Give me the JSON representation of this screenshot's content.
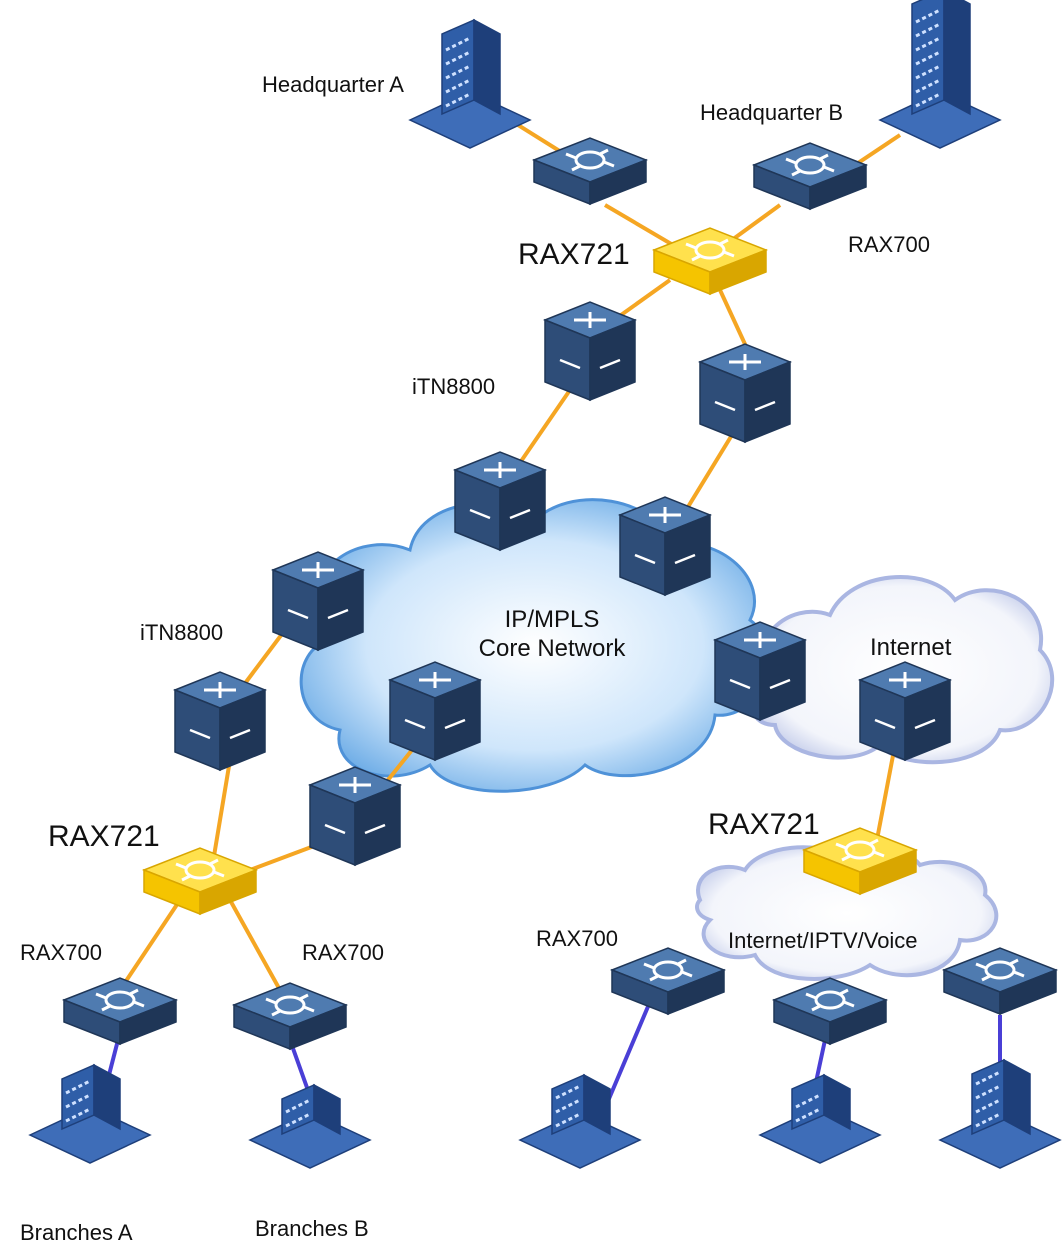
{
  "labels": {
    "headquarter_a": "Headquarter A",
    "headquarter_b": "Headquarter B",
    "rax721_top": "RAX721",
    "rax700_top": "RAX700",
    "itn8800_top": "iTN8800",
    "itn8800_left": "iTN8800",
    "core_network_line1": "IP/MPLS",
    "core_network_line2": "Core Network",
    "internet": "Internet",
    "rax721_left": "RAX721",
    "rax721_right": "RAX721",
    "rax700_left_a": "RAX700",
    "rax700_left_b": "RAX700",
    "rax700_right": "RAX700",
    "access_cloud": "Internet/IPTV/Voice",
    "branches_a": "Branches A",
    "branches_b": "Branches B"
  },
  "colors": {
    "link_orange": "#f5a623",
    "link_blue": "#4a3fd6",
    "device_blue": "#2e4d78",
    "device_gold": "#f5c400",
    "core_cloud": "#8ec3ee",
    "internet_cloud": "#dfe5f5",
    "building": "#2f5ea8"
  },
  "icons": {
    "switch": "rax-switch-icon",
    "router": "itn-router-icon",
    "building": "building-icon"
  }
}
